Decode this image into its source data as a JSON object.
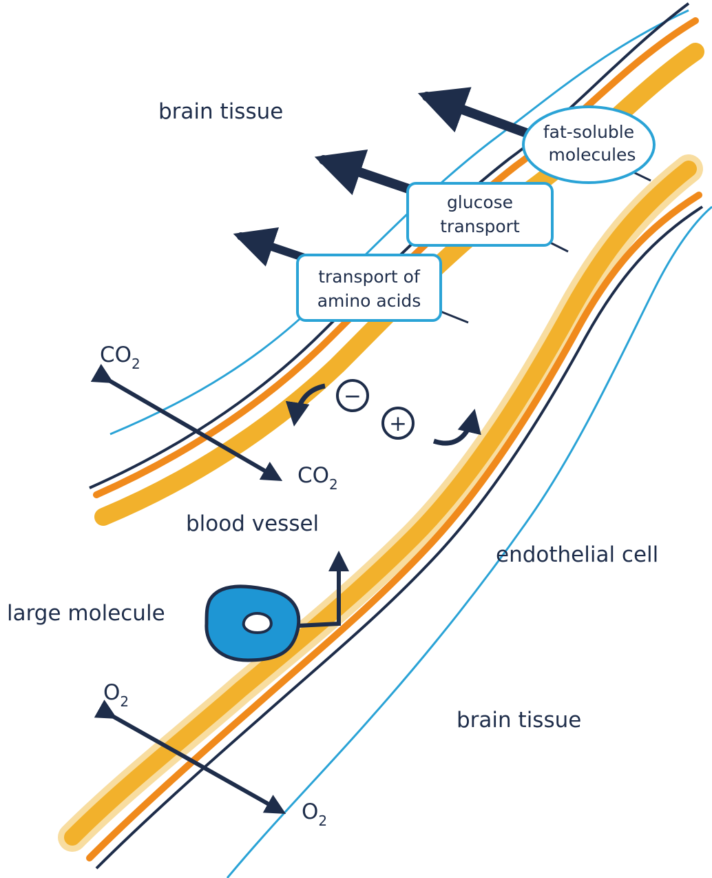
{
  "labels": {
    "brain_tissue_top": "brain tissue",
    "brain_tissue_bottom": "brain tissue",
    "blood_vessel": "blood vessel",
    "endothelial_cell": "endothelial cell",
    "large_molecule": "large molecule"
  },
  "boxes": {
    "fat_soluble": [
      "fat-soluble",
      "molecules"
    ],
    "glucose": [
      "glucose",
      "transport"
    ],
    "amino": [
      "transport of",
      "amino acids"
    ]
  },
  "gases": {
    "co2_top": {
      "base": "CO",
      "sub": "2"
    },
    "co2_bottom": {
      "base": "CO",
      "sub": "2"
    },
    "o2_top": {
      "base": "O",
      "sub": "2"
    },
    "o2_bottom": {
      "base": "O",
      "sub": "2"
    }
  },
  "charges": {
    "minus": "−",
    "plus": "+"
  },
  "colors": {
    "navy": "#1e2d4a",
    "blue": "#2aa3d6",
    "orange": "#f08a1c",
    "yellow": "#f2b12c",
    "yellow_light": "#f8dda0",
    "molecule_blue": "#1e96d4"
  }
}
